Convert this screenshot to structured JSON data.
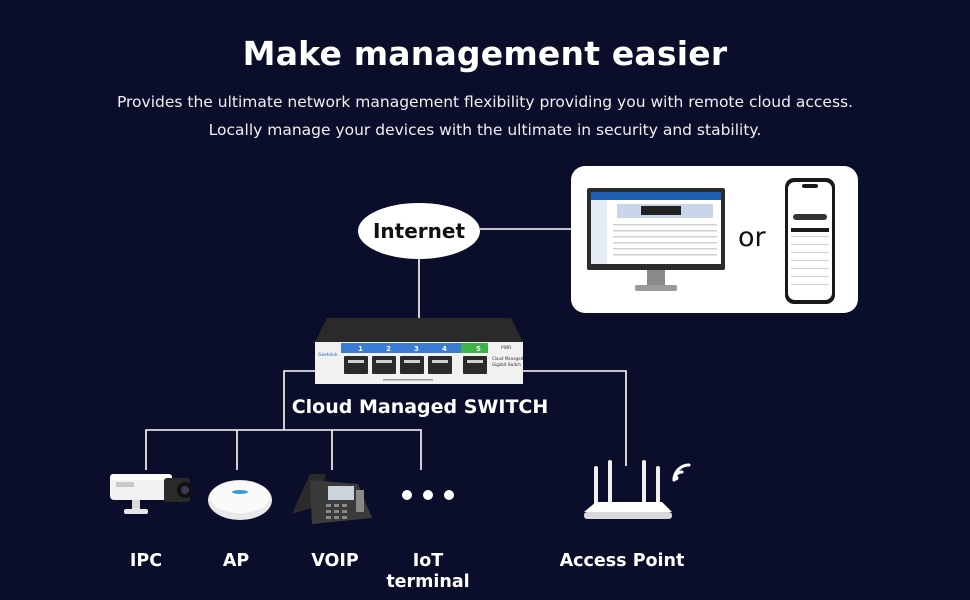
{
  "header": {
    "title": "Make management easier",
    "subtitle_line1": "Provides the ultimate network management flexibility providing you with remote cloud access.",
    "subtitle_line2": "Locally manage your devices with the ultimate in security and stability."
  },
  "internet": {
    "label": "Internet"
  },
  "cloud_access": {
    "separator": "or"
  },
  "switch": {
    "label": "Cloud Managed SWITCH",
    "port_numbers": [
      "1",
      "2",
      "3",
      "4",
      "5"
    ],
    "brand": "Geeklink",
    "power_label": "PWR",
    "model_line1": "Cloud Managed",
    "model_line2": "Gigabit Switch"
  },
  "devices": [
    {
      "label": "IPC",
      "icon": "ip-camera-icon"
    },
    {
      "label": "AP",
      "icon": "ceiling-access-point-icon"
    },
    {
      "label": "VOIP",
      "icon": "voip-phone-icon"
    },
    {
      "label_line1": "IoT",
      "label_line2": "terminal",
      "icon": "more-dots-icon"
    },
    {
      "label": "Access Point",
      "icon": "wifi-router-icon"
    }
  ],
  "colors": {
    "background": "#0a0e2a",
    "port_blue": "#3a7bd5",
    "port_green": "#3cb44a",
    "text": "#ffffff"
  }
}
